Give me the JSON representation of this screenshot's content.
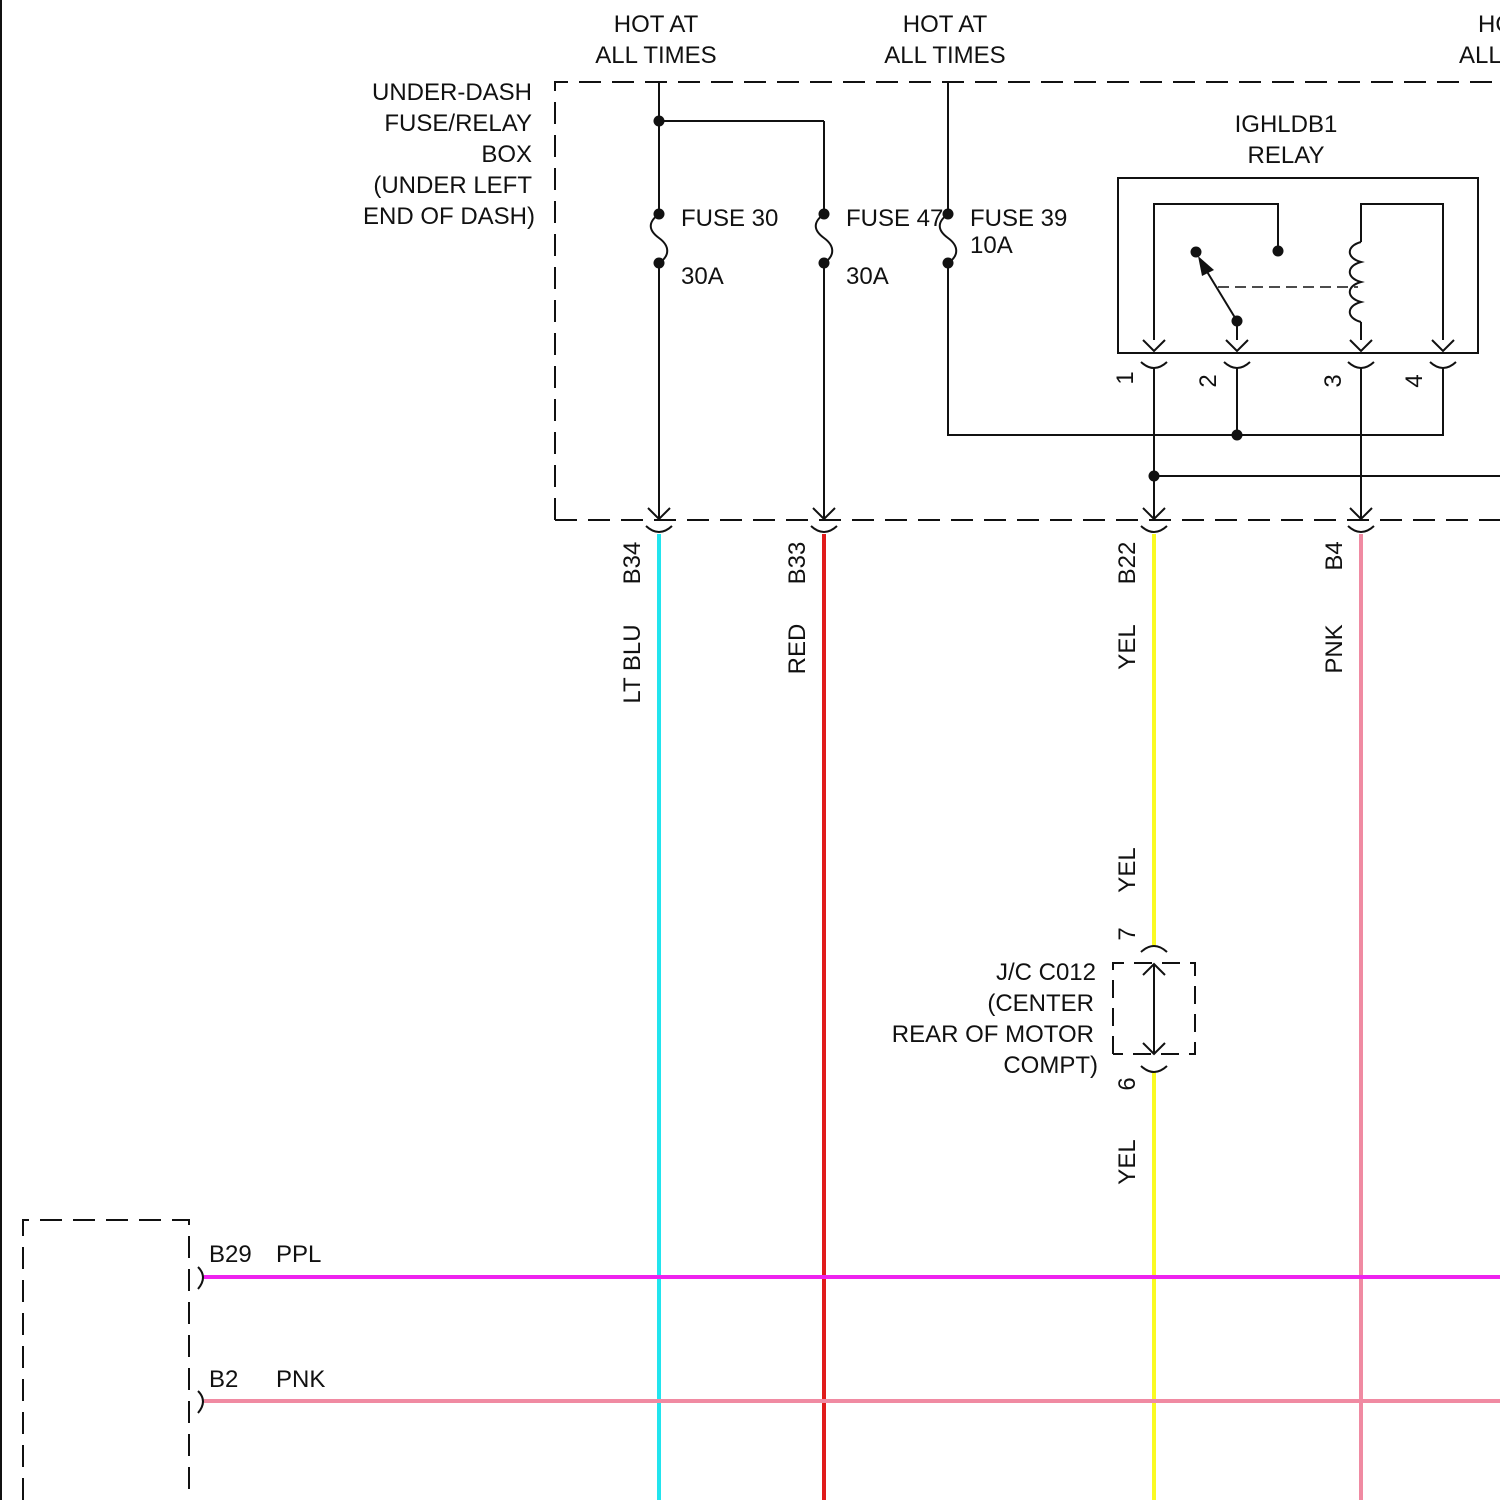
{
  "power_labels": [
    {
      "line1": "HOT AT",
      "line2": "ALL TIMES"
    },
    {
      "line1": "HOT AT",
      "line2": "ALL TIMES"
    },
    {
      "line1": "HO",
      "line2": "ALL"
    }
  ],
  "fuse_box": {
    "lines": [
      "UNDER-DASH",
      "FUSE/RELAY",
      "BOX",
      "(UNDER LEFT",
      "END OF DASH)"
    ]
  },
  "fuses": [
    {
      "name": "FUSE 30",
      "rating": "30A"
    },
    {
      "name": "FUSE 47",
      "rating": "30A"
    },
    {
      "name": "FUSE 39",
      "rating": "10A"
    }
  ],
  "relay": {
    "title1": "IGHLDB1",
    "title2": "RELAY",
    "pins": [
      "1",
      "2",
      "3",
      "4"
    ]
  },
  "connectors": [
    {
      "pin": "B34",
      "color_label": "LT BLU",
      "color": "#22e4ee"
    },
    {
      "pin": "B33",
      "color_label": "RED",
      "color": "#e01b1b"
    },
    {
      "pin": "B22",
      "color_label": "YEL",
      "color": "#fafa22"
    },
    {
      "pin": "B4",
      "color_label": "PNK",
      "color": "#f08aa2"
    }
  ],
  "junction": {
    "lines": [
      "J/C C012",
      "(CENTER",
      "REAR OF MOTOR",
      "COMPT)"
    ],
    "pin_top": "7",
    "pin_bottom": "6",
    "wire_label_top": "YEL",
    "wire_label_bottom": "YEL"
  },
  "bottom_wires": [
    {
      "pin": "B29",
      "color_label": "PPL",
      "color": "#ee22ee"
    },
    {
      "pin": "B2",
      "color_label": "PNK",
      "color": "#f08aa2"
    }
  ]
}
